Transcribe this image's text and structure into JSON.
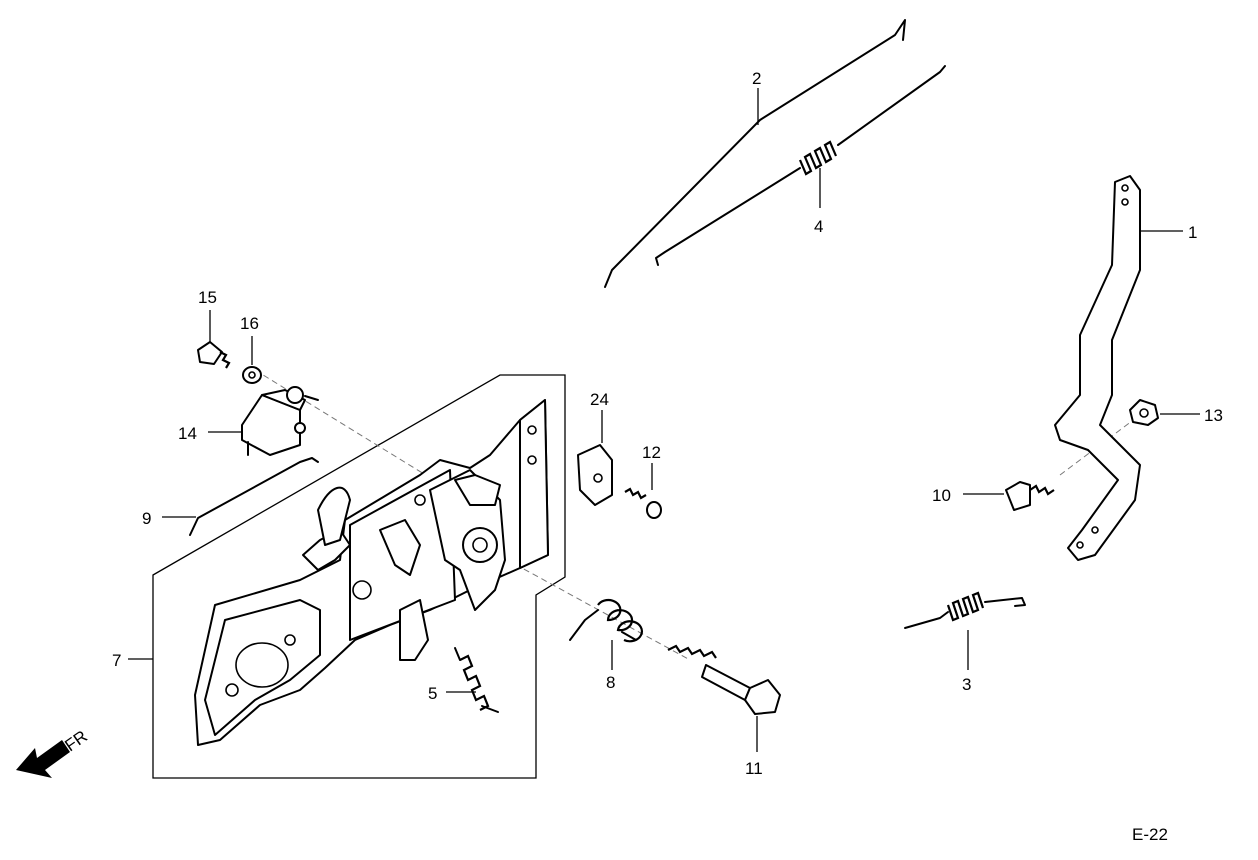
{
  "callouts": {
    "c1": "1",
    "c2": "2",
    "c3": "3",
    "c4": "4",
    "c5": "5",
    "c7": "7",
    "c8": "8",
    "c9": "9",
    "c10": "10",
    "c11": "11",
    "c12": "12",
    "c13": "13",
    "c14": "14",
    "c15": "15",
    "c16": "16",
    "c24": "24"
  },
  "direction_label": "FR",
  "page_code": "E-22",
  "icons": {
    "front_arrow": "arrow-down-left-icon"
  }
}
